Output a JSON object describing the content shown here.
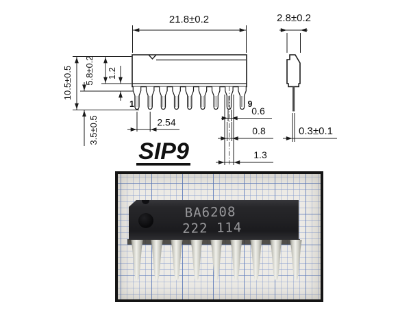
{
  "drawing": {
    "front_view": {
      "overall_width": "21.8±0.2",
      "total_height": "10.5±0.5",
      "body_height": "5.8±0.2",
      "shoulder_height": "1.2",
      "lead_length": "3.5±0.5",
      "lead_pitch": "2.54",
      "first_pin_label": "1",
      "last_pin_label": "9",
      "lead_tip_width": "0.6",
      "lead_width": "0.8",
      "lead_base_width": "1.3"
    },
    "side_view": {
      "body_depth": "2.8±0.2",
      "lead_thickness": "0.3±0.1"
    },
    "package_label": "SIP9"
  },
  "photo": {
    "marking_line1": "BA6208",
    "marking_line2": "222 114",
    "pin_count": 9
  },
  "colors": {
    "drawing_line": "#1a1a1a",
    "paper": "#edebe6",
    "grid_minor": "#9db1d8",
    "grid_major": "#5a78b9",
    "chip_body": "#202023",
    "chip_marking": "#98989b",
    "pin_metal": "#d9d9d1",
    "photo_frame": "#141414"
  }
}
